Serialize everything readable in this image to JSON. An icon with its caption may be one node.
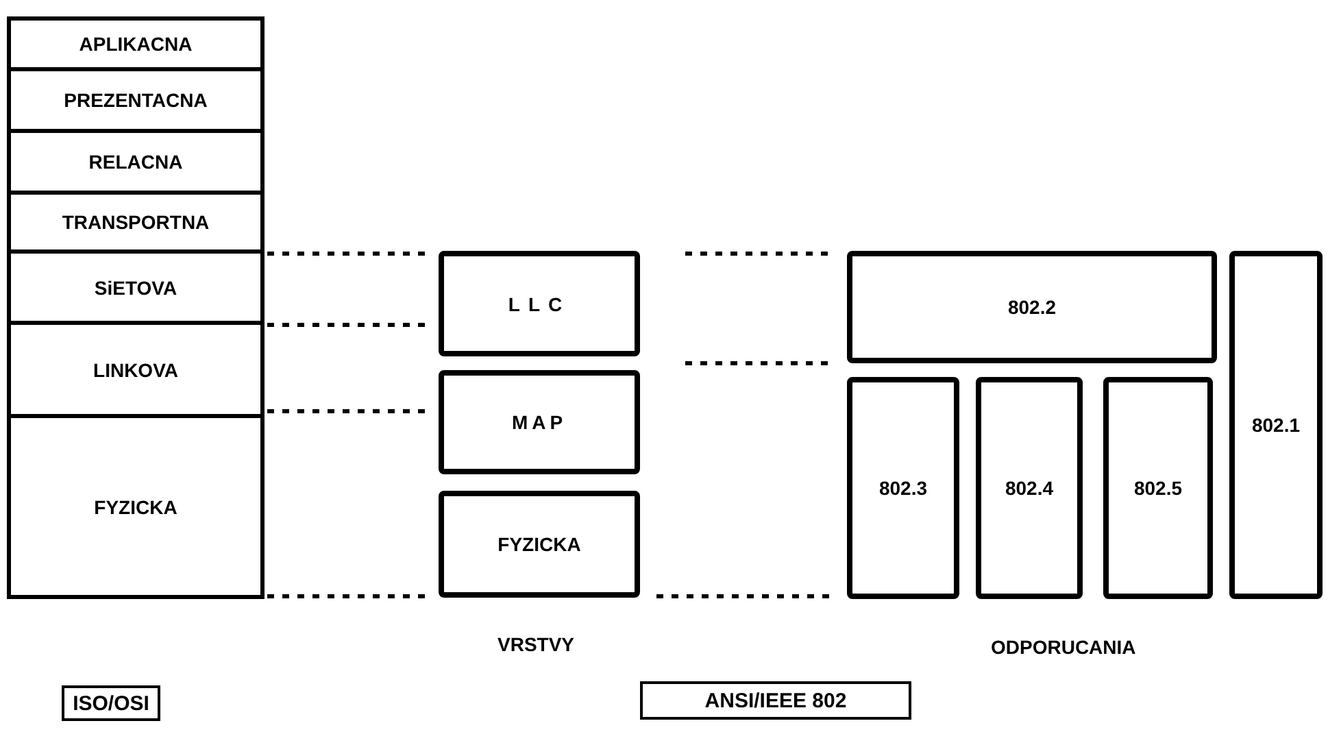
{
  "diagram": {
    "nodes": [
      {
        "text": [
          "APLIKACNA"
        ]
      },
      {
        "text": [
          "PREZENTACNA"
        ]
      },
      {
        "text": [
          "RELACNA"
        ]
      },
      {
        "text": [
          "TRANSPORTNA"
        ]
      },
      {
        "text": [
          "SiETOVA"
        ]
      },
      {
        "text": [
          "LINKOVA"
        ]
      },
      {
        "text": [
          "FYZICKA"
        ]
      },
      {
        "text": [
          "LLC"
        ]
      },
      {
        "text": [
          "MAP"
        ]
      },
      {
        "text": [
          "FYZICKA"
        ]
      },
      {
        "text": [
          "802.2"
        ]
      },
      {
        "text": [
          "802.3"
        ]
      },
      {
        "text": [
          "802.4"
        ]
      },
      {
        "text": [
          "802.5"
        ]
      },
      {
        "text": [
          "802.1"
        ]
      },
      {
        "text": [
          "ISO/OSI"
        ]
      },
      {
        "text": [
          "ANSI/IEEE 802"
        ]
      }
    ],
    "labels": [
      "VRSTVY",
      "ODPORUCANIA"
    ]
  }
}
